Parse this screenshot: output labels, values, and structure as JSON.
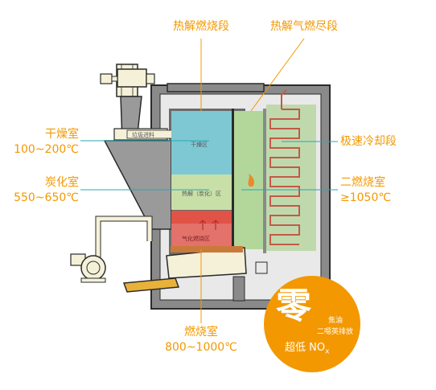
{
  "colors": {
    "orange": "#f39800",
    "teal": "#2aa8b4",
    "wall": "#8a8a8a",
    "dark": "#2b2b2b",
    "frame_fill": "#e9e9e9",
    "dry": "#7ec8d3",
    "carbon": "#c8dfa8",
    "burn": "#e3726b",
    "after": "#b3d79a",
    "cooler": "#bfd9ad",
    "cream": "#f5f1d9",
    "badge_text": "#ffffff"
  },
  "labels": {
    "pyrolysis_stage": "热解燃烧段",
    "gas_burnout_stage": "热解气燃尽段",
    "drying_room": "干燥室",
    "drying_temp": "100~200℃",
    "carbonization_room": "炭化室",
    "carbonization_temp": "550~650℃",
    "rapid_cooling": "极速冷却段",
    "secondary_chamber": "二燃烧室",
    "secondary_temp": "≥1050℃",
    "combustion_room": "燃烧室",
    "combustion_temp": "800~1000℃"
  },
  "inner_labels": {
    "feed": "垃圾进料",
    "dry_zone": "干燥区",
    "carbon_zone": "热解（炭化）区",
    "burn_zone": "气化燃烧区"
  },
  "badge": {
    "big": "零",
    "line1": "焦油",
    "line2": "二噁英排放",
    "nox_prefix": "超低 NO",
    "nox_sub": "x"
  }
}
